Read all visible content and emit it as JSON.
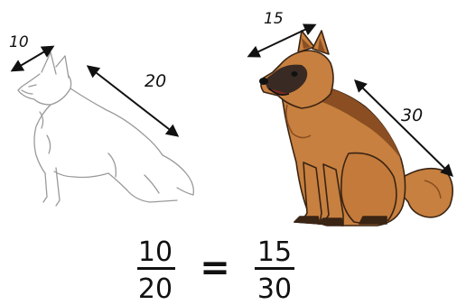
{
  "sketch_dog": {
    "head_length_label": "10",
    "back_length_label": "20"
  },
  "color_dog": {
    "head_length_label": "15",
    "back_length_label": "30"
  },
  "equation": {
    "left_numerator": "10",
    "left_denominator": "20",
    "equals": "=",
    "right_numerator": "15",
    "right_denominator": "30"
  },
  "colors": {
    "fur": "#c7803f",
    "fur_dark": "#8a4e22",
    "mask": "#3a2a24",
    "sketch_line": "#9a9a9a"
  }
}
